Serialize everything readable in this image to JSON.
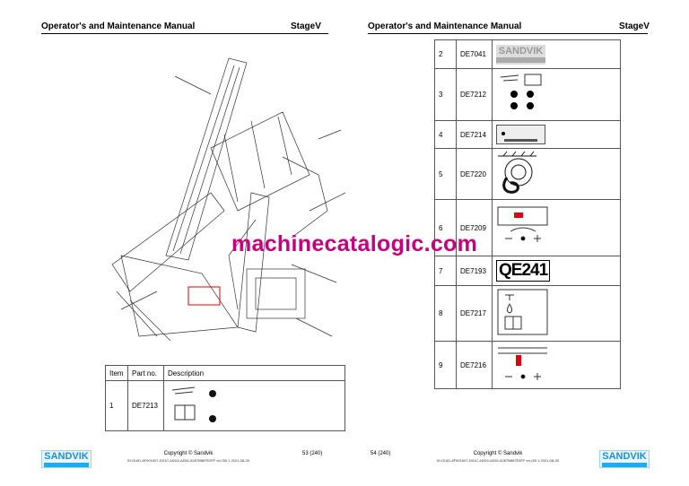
{
  "left_page": {
    "header_title": "Operator's and Maintenance Manual",
    "header_stage": "StageV",
    "table": {
      "headers": [
        "Item",
        "Part no.",
        "Description"
      ],
      "rows": [
        {
          "item": "1",
          "part": "DE7213",
          "icon": "decal-lift-and-manual-icon"
        }
      ]
    },
    "footer": {
      "logo": "SANDVIK",
      "copyright": "Copyright © Sandvik",
      "id": "ID:GUID-8F901607-D01C-4DD9-AD51-6287B887E5FF en-GB 1 2021-08-25",
      "page": "53 (240)"
    }
  },
  "right_page": {
    "header_title": "Operator's and Maintenance Manual",
    "header_stage": "StageV",
    "table": {
      "rows": [
        {
          "item": "2",
          "part": "DE7041",
          "icon": "sandvik-logo-decal"
        },
        {
          "item": "3",
          "part": "DE7212",
          "icon": "lift-points-decal-icon"
        },
        {
          "item": "4",
          "part": "DE7214",
          "icon": "model-number-plate-icon"
        },
        {
          "item": "5",
          "part": "DE7220",
          "icon": "hose-hazard-icon"
        },
        {
          "item": "6",
          "part": "DE7209",
          "icon": "adjustment-decal-icon"
        },
        {
          "item": "7",
          "part": "DE7193",
          "icon": "model-name-decal",
          "model": "QE241"
        },
        {
          "item": "8",
          "part": "DE7217",
          "icon": "oil-fill-manual-icon"
        },
        {
          "item": "9",
          "part": "DE7216",
          "icon": "adjustment-red-icon"
        }
      ]
    },
    "footer": {
      "logo": "SANDVIK",
      "copyright": "Copyright © Sandvik",
      "id": "ID:GUID-8F901607-D01C-4DD9-AD51-6287B887E5FF en-GB 1 2021-08-25",
      "page": "54 (240)"
    }
  },
  "watermark": "machinecatalogic.com",
  "colors": {
    "watermark": "#c4007c",
    "sandvik_blue": "#1aaef0",
    "highlight": "#e0000a"
  }
}
